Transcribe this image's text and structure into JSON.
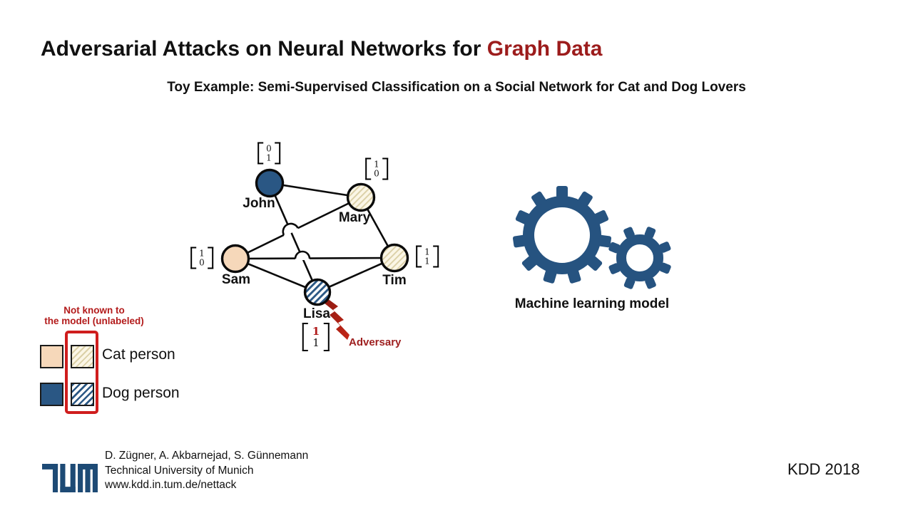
{
  "title": {
    "prefix": "Adversarial Attacks on Neural Networks for ",
    "accent": "Graph Data"
  },
  "subtitle": "Toy Example: Semi-Supervised Classification on a Social Network for Cat and Dog Lovers",
  "graph": {
    "nodes": [
      {
        "name": "John",
        "type": "dog-person",
        "labeled": true,
        "vector": [
          "0",
          "1"
        ]
      },
      {
        "name": "Mary",
        "type": "cat-person",
        "labeled": false,
        "vector": [
          "1",
          "0"
        ]
      },
      {
        "name": "Sam",
        "type": "cat-person",
        "labeled": true,
        "vector": [
          "1",
          "0"
        ]
      },
      {
        "name": "Tim",
        "type": "cat-person",
        "labeled": false,
        "vector": [
          "1",
          "1"
        ]
      },
      {
        "name": "Lisa",
        "type": "dog-person",
        "labeled": false,
        "vector": [
          "1",
          "1"
        ],
        "modified_feature_index": 0
      }
    ],
    "edges": [
      [
        "John",
        "Mary"
      ],
      [
        "John",
        "Lisa"
      ],
      [
        "Sam",
        "Mary"
      ],
      [
        "Sam",
        "Tim"
      ],
      [
        "Sam",
        "Lisa"
      ],
      [
        "Mary",
        "Tim"
      ],
      [
        "Lisa",
        "Tim"
      ]
    ],
    "adversary_label": "Adversary"
  },
  "model_label": "Machine learning model",
  "legend": {
    "note_line1": "Not known to",
    "note_line2": "the model (unlabeled)",
    "items": [
      {
        "label": "Cat person"
      },
      {
        "label": "Dog person"
      }
    ]
  },
  "footer": {
    "authors": "D. Zügner, A. Akbarnejad, S. Günnemann",
    "institution": "Technical University of Munich",
    "url": "www.kdd.in.tum.de/nettack",
    "conference": "KDD 2018"
  },
  "colors": {
    "title_accent": "#9c1c1c",
    "dog_blue": "#2a5784",
    "cat_peach": "#f6d8ba",
    "adversary_red": "#b02318",
    "gear_blue": "#265380",
    "tum_blue": "#1d4a75",
    "legend_box_red": "#cf1d1d"
  }
}
